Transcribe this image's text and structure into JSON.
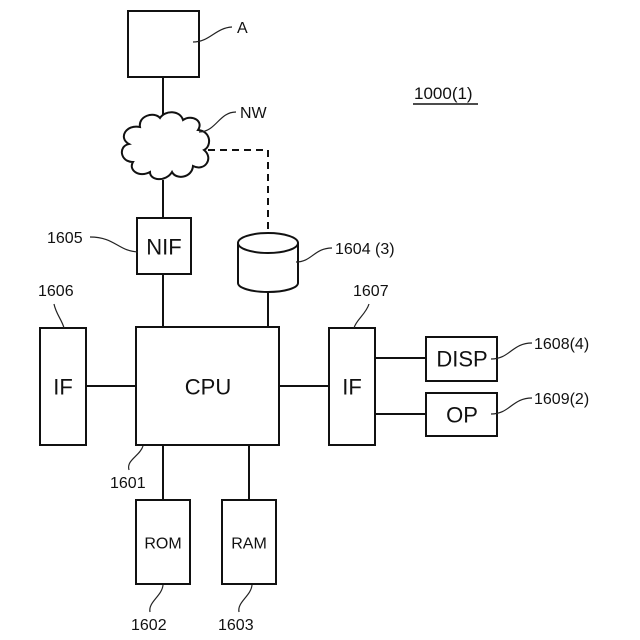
{
  "figure": {
    "id_label": "1000(1)"
  },
  "nodes": {
    "external": {
      "label": "",
      "ref": "A"
    },
    "network": {
      "label": "",
      "ref": "NW"
    },
    "nif": {
      "label": "NIF",
      "ref": "1605"
    },
    "storage": {
      "label": "",
      "ref": "1604 (3)"
    },
    "if_left": {
      "label": "IF",
      "ref": "1606"
    },
    "cpu": {
      "label": "CPU",
      "ref": "1601"
    },
    "if_right": {
      "label": "IF",
      "ref": "1607"
    },
    "disp": {
      "label": "DISP",
      "ref": "1608(4)"
    },
    "op": {
      "label": "OP",
      "ref": "1609(2)"
    },
    "rom": {
      "label": "ROM",
      "ref": "1602"
    },
    "ram": {
      "label": "RAM",
      "ref": "1603"
    }
  },
  "connections": [
    {
      "from": "external",
      "to": "network",
      "style": "solid"
    },
    {
      "from": "network",
      "to": "nif",
      "style": "solid"
    },
    {
      "from": "network",
      "to": "storage",
      "style": "dashed"
    },
    {
      "from": "nif",
      "to": "cpu",
      "style": "solid"
    },
    {
      "from": "storage",
      "to": "cpu",
      "style": "solid"
    },
    {
      "from": "if_left",
      "to": "cpu",
      "style": "solid"
    },
    {
      "from": "cpu",
      "to": "if_right",
      "style": "solid"
    },
    {
      "from": "if_right",
      "to": "disp",
      "style": "solid"
    },
    {
      "from": "if_right",
      "to": "op",
      "style": "solid"
    },
    {
      "from": "cpu",
      "to": "rom",
      "style": "solid"
    },
    {
      "from": "cpu",
      "to": "ram",
      "style": "solid"
    }
  ]
}
